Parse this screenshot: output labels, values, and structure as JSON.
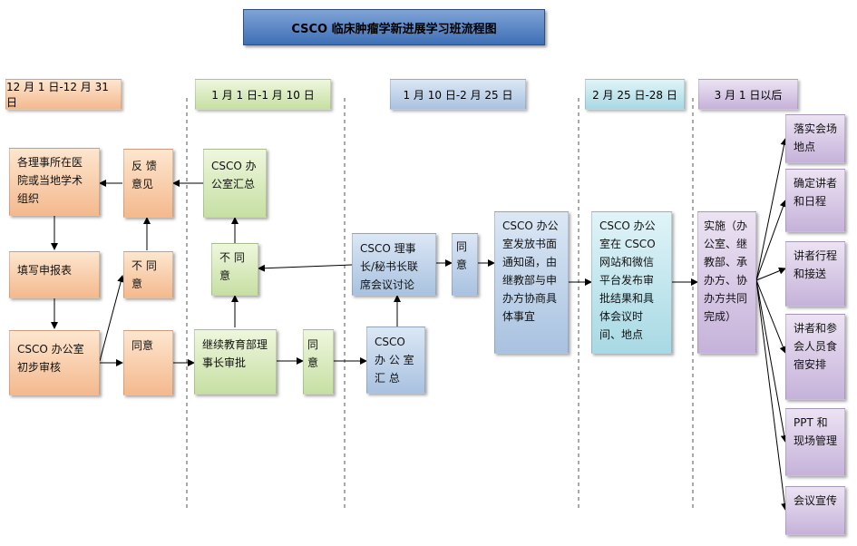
{
  "title": "CSCO 临床肿瘤学新进展学习班流程图",
  "periods": [
    "12 月 1 日-12 月 31 日",
    "1 月 1 日-1 月 10 日",
    "1 月 10 日-2 月 25 日",
    "2 月 25 日-28 日",
    "3 月 1 日以后"
  ],
  "nodes": {
    "organize": "各理事所在医院或当地学术组织",
    "fill_form": "填写申报表",
    "initial_review": "CSCO 办公室初步审核",
    "feedback": "反 馈 意见",
    "disagree_1": "不 同 意",
    "agree_1": "同意",
    "office_summary_1": "CSCO 办公室汇总",
    "disagree_2": "不 同 意",
    "cme_approval": "继续教育部理事长审批",
    "agree_2": "同 意",
    "office_summary_2": "CSCO 办 公 室 汇 总",
    "joint_meeting": "CSCO 理事长/秘书长联席会议讨论",
    "agree_3": "同 意",
    "notice": "CSCO 办公室发放书面通知函，由继教部与申办方协商具体事宜",
    "publish": "CSCO 办公室在 CSCO 网站和微信平台发布审批结果和具体会议时间、地点",
    "implement": "实施（办公室、继教部、承办方、协办方共同完成）"
  },
  "tasks": [
    "落实会场地点",
    "确定讲者和日程",
    "讲者行程和接送",
    "讲者和参会人员食宿安排",
    "PPT 和现场管理",
    "会议宣传"
  ],
  "colors": {
    "title": "#4f7fc4",
    "stage1": "#f7c39a",
    "stage2": "#d3e8b5",
    "stage3": "#b8cde8",
    "stage4": "#b4e0ea",
    "stage5": "#cdb9df"
  }
}
